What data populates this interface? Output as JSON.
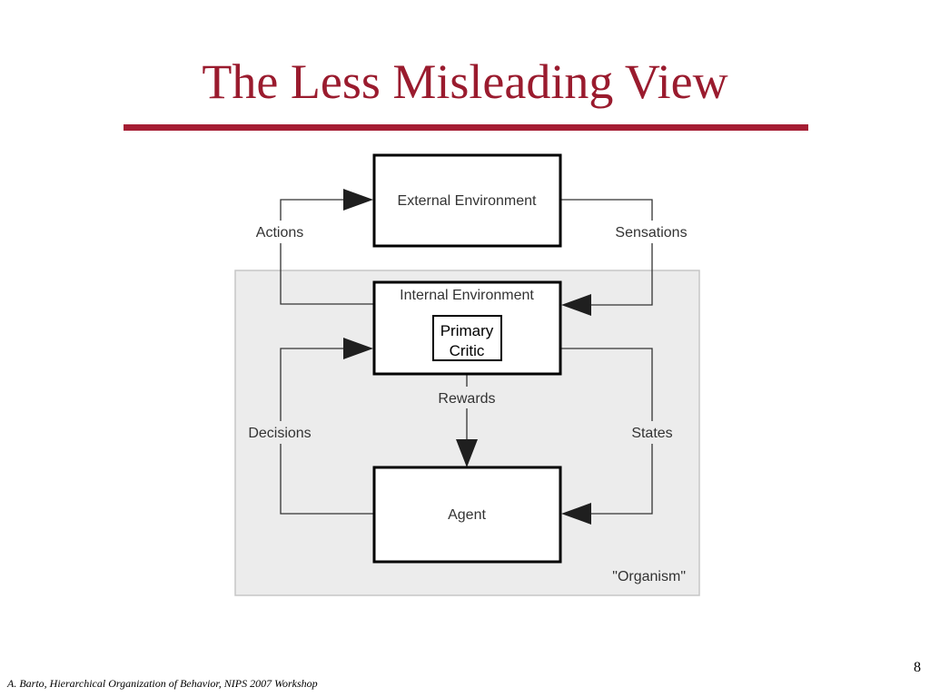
{
  "slide": {
    "title": "The Less Misleading View",
    "page_number": "8",
    "footer": "A. Barto, Hierarchical Organization of Behavior, NIPS 2007 Workshop"
  },
  "diagram": {
    "nodes": {
      "external_environment": "External Environment",
      "internal_environment": "Internal Environment",
      "primary_critic_line1": "Primary",
      "primary_critic_line2": "Critic",
      "agent": "Agent",
      "organism": "\"Organism\""
    },
    "edges": {
      "actions": "Actions",
      "sensations": "Sensations",
      "rewards": "Rewards",
      "decisions": "Decisions",
      "states": "States"
    }
  }
}
